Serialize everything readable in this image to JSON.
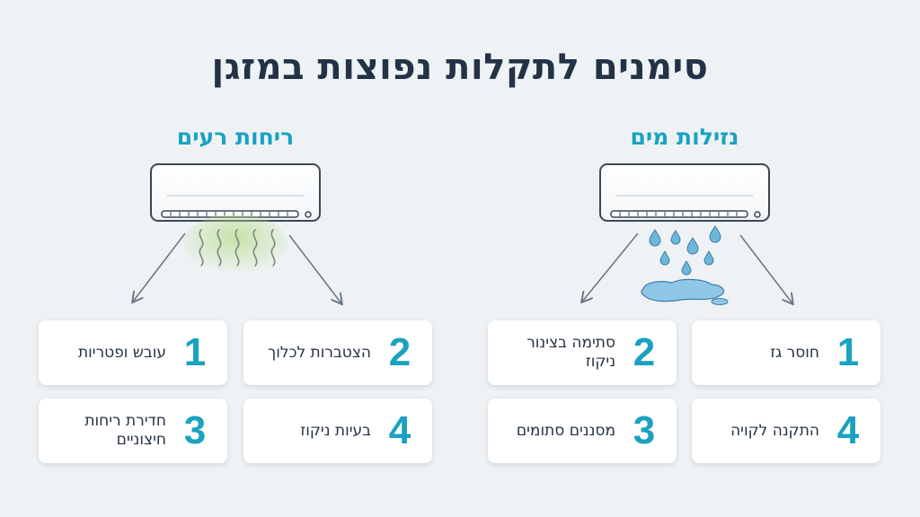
{
  "title": "סימנים לתקלות נפוצות במזגן",
  "sections": [
    {
      "heading": "נזילות מים",
      "icon": "ac-water-drops-icon",
      "cards": [
        {
          "num": "1",
          "text": "חוסר גז"
        },
        {
          "num": "2",
          "text": "סתימה בצינור ניקוז"
        },
        {
          "num": "4",
          "text": "התקנה לקויה"
        },
        {
          "num": "3",
          "text": "מסננים סתומים"
        }
      ]
    },
    {
      "heading": "ריחות רעים",
      "icon": "ac-bad-smell-icon",
      "cards": [
        {
          "num": "1",
          "text": "עובש ופטריות"
        },
        {
          "num": "2",
          "text": "הצטברות לכלוך"
        },
        {
          "num": "3",
          "text": "חדירת ריחות חיצוניים"
        },
        {
          "num": "4",
          "text": "בעיות ניקוז"
        }
      ]
    }
  ],
  "colors": {
    "accent": "#1aa2c0",
    "title": "#233246",
    "background": "#eef2f5",
    "water": "#6fb6dd",
    "smell": "#8fc25a"
  }
}
